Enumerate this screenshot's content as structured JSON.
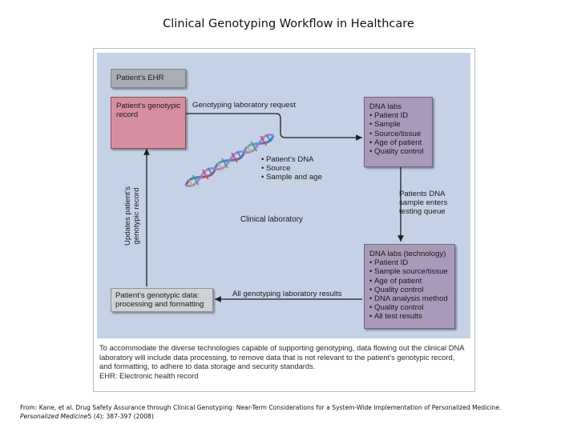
{
  "slide_title": "Clinical Genotyping Workflow in Healthcare",
  "diagram": {
    "ehr_label": "Patient’s EHR",
    "genotypic_record_label": "Patient’s genotypic record",
    "request_label": "Genotyping laboratory request",
    "dna_labs": {
      "title": "DNA labs",
      "items": [
        "Patient ID",
        "Sample",
        "Source/tissue",
        "Age of patient",
        "Quality control"
      ]
    },
    "patient_dna_items": [
      "Patient’s DNA",
      "Source",
      "Sample and age"
    ],
    "queue_label": "Patients DNA sample enters testing queue",
    "clinical_lab_label": "Clinical laboratory",
    "updates_label": "Updates patient’s genotypic record",
    "dna_labs_tech": {
      "title": "DNA labs (technology)",
      "items": [
        "Patient ID",
        "Sample source/tissue",
        "Age of patient",
        "Quality control",
        "DNA analysis method",
        "Quality control",
        "All test results"
      ]
    },
    "processing_label": "Patient’s genotypic data: processing and formatting",
    "results_label": "All genotyping laboratory results"
  },
  "caption": "To accommodate the diverse technologies capable of supporting genotyping, data flowing out the clinical DNA laboratory will include data processing, to remove data that is not relevant to the patient’s genotypic record, and formatting, to adhere to data storage and security standards.",
  "caption_ehr": "EHR: Electronic health record",
  "source": {
    "line1": "From: Kane, et al. Drug Safety Assurance through Clinical Genotyping: Near-Term Considerations for a System-Wide Implementation of Personalized Medicine.",
    "journal": "Personalized Medicine",
    "citation": "5 (4): 387-397 (2008)"
  },
  "colors": {
    "panel": "#c5d2e5",
    "ehr_box": "#a9adb5",
    "genotypic_box": "#d68fa1",
    "dna_lab_boxes": "#a89ab8",
    "processing_box": "#cfd1d6",
    "dna_helix": "#3a7ec0"
  }
}
